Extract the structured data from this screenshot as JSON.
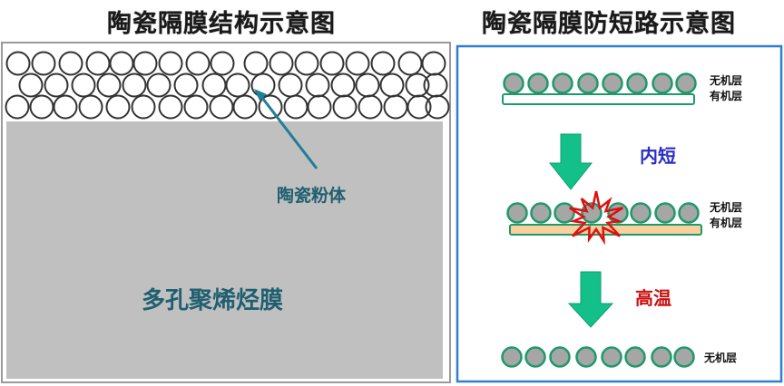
{
  "left_panel": {
    "title": "陶瓷隔膜结构示意图",
    "callout_label": "陶瓷粉体",
    "base_label": "多孔聚烯烃膜",
    "colors": {
      "particle_stroke": "#333333",
      "base_fill": "#c0c0c0",
      "callout": "#1e7f98",
      "label": "#1f5f70"
    }
  },
  "right_panel": {
    "title": "陶瓷隔膜防短路示意图",
    "stages": [
      {
        "name": "normal",
        "labels": [
          "无机层",
          "有机层"
        ],
        "base_fill": "#ffffff"
      },
      {
        "name": "short-circuit",
        "labels": [
          "无机层",
          "有机层"
        ],
        "base_fill": "#fbcf9e"
      },
      {
        "name": "high-temp",
        "labels": [
          "无机层"
        ]
      }
    ],
    "transitions": [
      {
        "label": "内短",
        "color": "#2a2fc4"
      },
      {
        "label": "高温",
        "color": "#cc1111"
      }
    ],
    "colors": {
      "border": "#2f7fd0",
      "particle_fill": "#a6a6a6",
      "particle_stroke": "#1e9a6a",
      "arrow": "#14c08a",
      "burst": "#dd1111"
    }
  }
}
